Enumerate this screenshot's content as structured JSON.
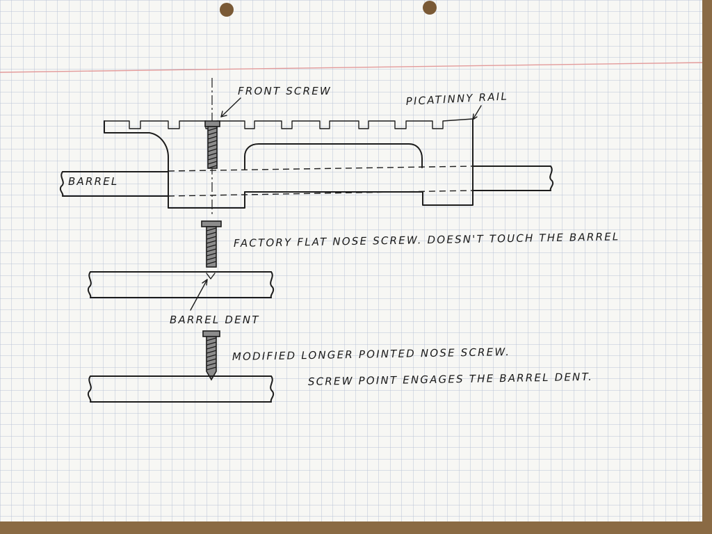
{
  "labels": {
    "front_screw": "FRONT SCREW",
    "picatinny_rail": "PICATINNY RAIL",
    "barrel": "BARREL",
    "factory_screw": "FACTORY FLAT NOSE SCREW. DOESN'T TOUCH THE BARREL",
    "barrel_dent": "BARREL DENT",
    "modified_screw": "MODIFIED LONGER POINTED NOSE SCREW.",
    "screw_point": "SCREW POINT ENGAGES THE BARREL DENT."
  },
  "colors": {
    "paper": "#f7f7f4",
    "grid": "#b9c3d6",
    "margin_line": "#e39a9a",
    "ink": "#1c1c1c",
    "screw_fill": "#8c8c8c",
    "desk": "#8a6a44"
  }
}
